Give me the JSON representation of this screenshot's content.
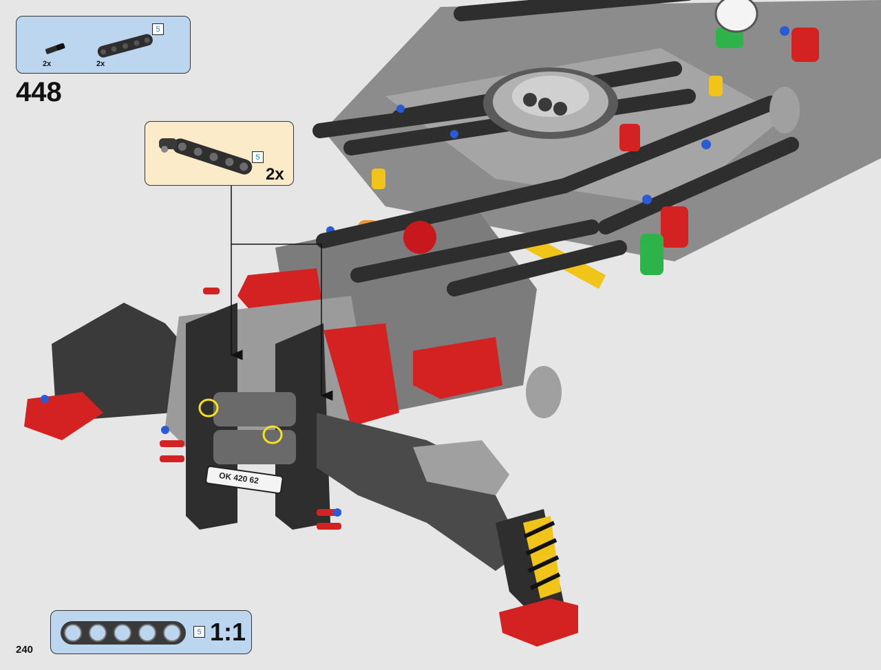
{
  "step": {
    "number": "448"
  },
  "parts_list": [
    {
      "quantity": "2x",
      "part_icon": "axle-pin-icon"
    },
    {
      "quantity": "2x",
      "part_icon": "liftarm-5-icon",
      "length": "5"
    }
  ],
  "subassembly": {
    "quantity": "2x",
    "length": "5",
    "part_icon": "bent-liftarm-5-icon"
  },
  "scale_guide": {
    "length": "5",
    "ratio": "1:1"
  },
  "model_plate": {
    "text": "OK 420 62"
  },
  "page": {
    "number": "240"
  },
  "colors": {
    "parts_box": "#bcd6ef",
    "subassembly_box": "#fbebc8",
    "highlight_ring": "#f5e21c",
    "frame_dark": "#3a3a3a",
    "red_parts": "#d42121",
    "light_grey": "#a7a7a7"
  }
}
